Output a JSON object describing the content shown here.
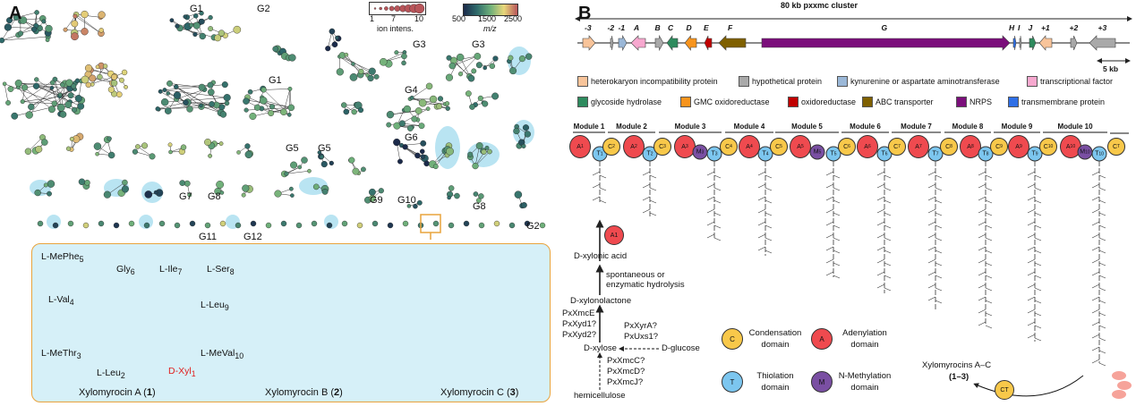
{
  "panelA": {
    "label": "A",
    "legend": {
      "size_min": "1",
      "size_mid": "7",
      "size_max": "10",
      "size_title": "ion intens.",
      "cmap_min": "500",
      "cmap_mid": "1500",
      "cmap_max": "2500",
      "cmap_title": "m/z",
      "colormap": [
        "#1b2a4a",
        "#2f6b6b",
        "#6fb07a",
        "#e8d77a",
        "#b8555a"
      ]
    },
    "groups": [
      "G1",
      "G2",
      "G3",
      "G3",
      "G1",
      "G4",
      "G5",
      "G5",
      "G6",
      "G7",
      "G8",
      "G9",
      "G10",
      "G8",
      "G11",
      "G12",
      "G2"
    ],
    "highlight_color": "#e8a33c",
    "inset_bg": "#d6f0f8",
    "compounds": [
      {
        "name": "Xylomyrocin A",
        "num": "1"
      },
      {
        "name": "Xylomyrocin B",
        "num": "2"
      },
      {
        "name": "Xylomyrocin C",
        "num": "3"
      }
    ],
    "residues": [
      {
        "pre": "L-",
        "name": "MePhe",
        "sub": "5"
      },
      {
        "pre": "",
        "name": "Gly",
        "sub": "6"
      },
      {
        "pre": "L-",
        "name": "Ile",
        "sub": "7"
      },
      {
        "pre": "L-",
        "name": "Ser",
        "sub": "8"
      },
      {
        "pre": "L-",
        "name": "Val",
        "sub": "4"
      },
      {
        "pre": "L-",
        "name": "Leu",
        "sub": "9"
      },
      {
        "pre": "L-",
        "name": "MeThr",
        "sub": "3"
      },
      {
        "pre": "L-",
        "name": "MeVal",
        "sub": "10"
      },
      {
        "pre": "L-",
        "name": "Leu",
        "sub": "2"
      },
      {
        "pre": "D-",
        "name": "Xyl",
        "sub": "1"
      }
    ]
  },
  "panelB": {
    "label": "B",
    "cluster_title": "80 kb pxxmc cluster",
    "scale_label": "5 kb",
    "genes": [
      {
        "label": "-3",
        "type": "het",
        "dir": "r"
      },
      {
        "label": "-2",
        "type": "hyp",
        "dir": "r"
      },
      {
        "label": "-1",
        "type": "kyn",
        "dir": "r"
      },
      {
        "label": "A",
        "type": "tf",
        "dir": "l"
      },
      {
        "label": "B",
        "type": "hyp",
        "dir": "r"
      },
      {
        "label": "C",
        "type": "gh",
        "dir": "l"
      },
      {
        "label": "D",
        "type": "gmc",
        "dir": "l"
      },
      {
        "label": "E",
        "type": "ox",
        "dir": "l"
      },
      {
        "label": "F",
        "type": "abc",
        "dir": "l"
      },
      {
        "label": "G",
        "type": "nrps",
        "dir": "r"
      },
      {
        "label": "H",
        "type": "tm",
        "dir": "r"
      },
      {
        "label": "I",
        "type": "hyp",
        "dir": "r"
      },
      {
        "label": "J",
        "type": "gh",
        "dir": "r"
      },
      {
        "label": "+1",
        "type": "het",
        "dir": "l"
      },
      {
        "label": "+2",
        "type": "hyp",
        "dir": "r"
      },
      {
        "label": "+3",
        "type": "hyp",
        "dir": "l"
      }
    ],
    "gene_types": [
      {
        "key": "het",
        "label": "heterokaryon incompatibility protein",
        "color": "#f8c49a"
      },
      {
        "key": "hyp",
        "label": "hypothetical protein",
        "color": "#a9a9a9"
      },
      {
        "key": "kyn",
        "label": "kynurenine or aspartate aminotransferase",
        "color": "#9bb8d8"
      },
      {
        "key": "tf",
        "label": "transcriptional factor",
        "color": "#f7a8cf"
      },
      {
        "key": "gh",
        "label": "glycoside hydrolase",
        "color": "#2e8b5e"
      },
      {
        "key": "gmc",
        "label": "GMC oxidoreductase",
        "color": "#f7941d"
      },
      {
        "key": "ox",
        "label": "oxidoreductase",
        "color": "#c00000"
      },
      {
        "key": "abc",
        "label": "ABC transporter",
        "color": "#7f6000"
      },
      {
        "key": "nrps",
        "label": "NRPS",
        "color": "#7b0f7b"
      },
      {
        "key": "tm",
        "label": "transmembrane protein",
        "color": "#2f6fe6"
      }
    ],
    "modules": [
      "Module 1",
      "Module 2",
      "Module 3",
      "Module 4",
      "Module 5",
      "Module 6",
      "Module 7",
      "Module 8",
      "Module 9",
      "Module 10"
    ],
    "domains": [
      {
        "t": "A",
        "s": "1"
      },
      {
        "t": "T",
        "s": "1"
      },
      {
        "t": "C",
        "s": "2"
      },
      {
        "t": "A",
        "s": "2"
      },
      {
        "t": "T",
        "s": "2"
      },
      {
        "t": "C",
        "s": "3"
      },
      {
        "t": "A",
        "s": "3"
      },
      {
        "t": "M",
        "s": "3"
      },
      {
        "t": "T",
        "s": "3"
      },
      {
        "t": "C",
        "s": "4"
      },
      {
        "t": "A",
        "s": "4"
      },
      {
        "t": "T",
        "s": "4"
      },
      {
        "t": "C",
        "s": "5"
      },
      {
        "t": "A",
        "s": "5"
      },
      {
        "t": "M",
        "s": "5"
      },
      {
        "t": "T",
        "s": "5"
      },
      {
        "t": "C",
        "s": "6"
      },
      {
        "t": "A",
        "s": "6"
      },
      {
        "t": "T",
        "s": "6"
      },
      {
        "t": "C",
        "s": "7"
      },
      {
        "t": "A",
        "s": "7"
      },
      {
        "t": "T",
        "s": "7"
      },
      {
        "t": "C",
        "s": "8"
      },
      {
        "t": "A",
        "s": "8"
      },
      {
        "t": "T",
        "s": "8"
      },
      {
        "t": "C",
        "s": "9"
      },
      {
        "t": "A",
        "s": "9"
      },
      {
        "t": "T",
        "s": "9"
      },
      {
        "t": "C",
        "s": "10"
      },
      {
        "t": "A",
        "s": "10"
      },
      {
        "t": "M",
        "s": "10"
      },
      {
        "t": "T",
        "s": "10"
      },
      {
        "t": "C",
        "s": "T"
      }
    ],
    "domain_colors": {
      "A": "#ef4a4f",
      "C": "#f8c84a",
      "T": "#7cc6ef",
      "M": "#7a4fa3"
    },
    "domain_legend": [
      {
        "t": "C",
        "line1": "Condensation",
        "line2": "domain"
      },
      {
        "t": "A",
        "line1": "Adenylation",
        "line2": "domain"
      },
      {
        "t": "T",
        "line1": "Thiolation",
        "line2": "domain"
      },
      {
        "t": "M",
        "line1": "N-Methylation",
        "line2": "domain"
      }
    ],
    "pathway": {
      "a1": "A1",
      "xylonic": "D-xylonic acid",
      "hydro1": "spontaneous or",
      "hydro2": "enzymatic hydrolysis",
      "lactone": "D-xylonolactone",
      "enz1": [
        "PxXmcE",
        "PxXyd1?",
        "PxXyd2?"
      ],
      "enz2": [
        "PxXyrA?",
        "PxUxs1?"
      ],
      "xylose": "D-xylose",
      "glucose": "D-glucose",
      "enz3": [
        "PxXmcC?",
        "PxXmcD?",
        "PxXmcJ?"
      ],
      "hemi": "hemicellulose"
    },
    "product": "Xylomyrocins A–C",
    "product_nums": "(1–3)",
    "ct_label": "CT"
  }
}
